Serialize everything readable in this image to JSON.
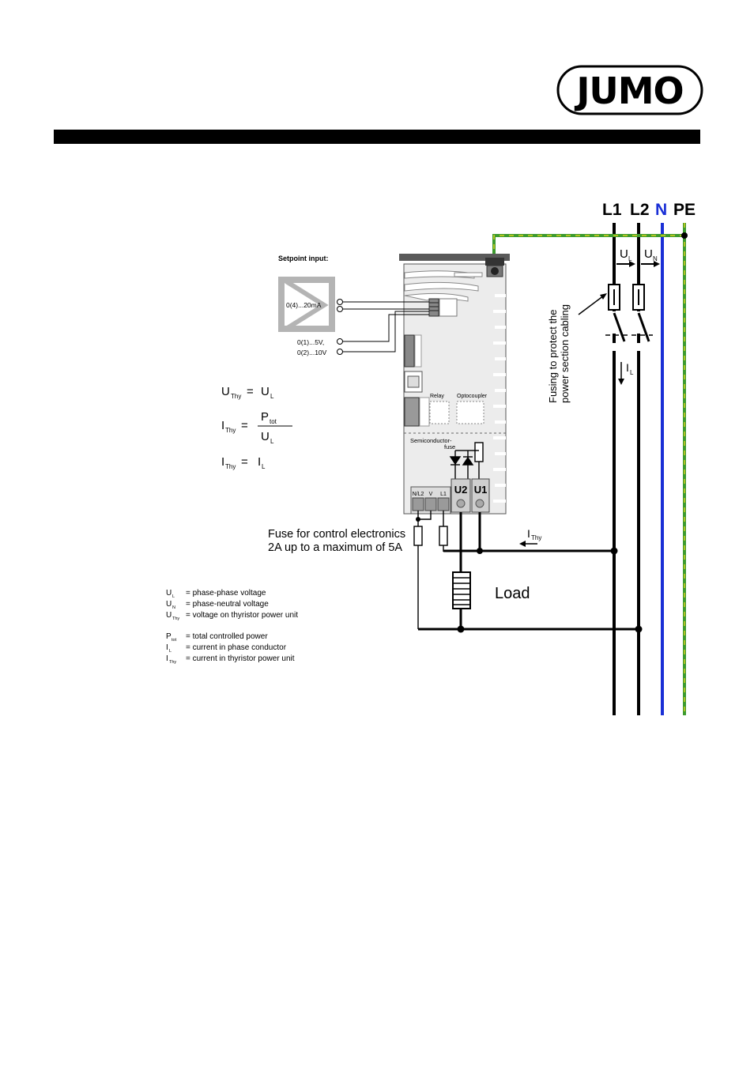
{
  "logo": {
    "text": "JUMO"
  },
  "colors": {
    "n_line": "#1a2fd6",
    "pe_green": "#3d9b2f",
    "pe_yellow": "#d9cf1f",
    "device_body": "#ececec",
    "black": "#000000"
  },
  "mains": {
    "l1": "L1",
    "l2": "L2",
    "n": "N",
    "pe": "PE"
  },
  "setpoint": {
    "title": "Setpoint input:",
    "current": "0(4)...20mA",
    "voltage_5v": "0(1)...5V,",
    "voltage_10v": "0(2)...10V"
  },
  "device": {
    "relay": "Relay",
    "optocoupler": "Optocoupler",
    "semiconductor_fuse_1": "Semiconductor-",
    "semiconductor_fuse_2": "fuse",
    "terminal_nl2": "N/L2",
    "terminal_v": "V",
    "terminal_l1": "L1",
    "terminal_u2": "U2",
    "terminal_u1": "U1"
  },
  "formulas": {
    "u_main": "U",
    "u_sub": "Thy",
    "u_rhs_main": "U",
    "u_rhs_sub": "L",
    "i_main": "I",
    "i_sub": "Thy",
    "p_main": "P",
    "p_sub": "tot",
    "den_main": "U",
    "den_sub": "L",
    "i2_main": "I",
    "i2_sub": "Thy",
    "i2_rhs_main": "I",
    "i2_rhs_sub": "L",
    "eq": "="
  },
  "annotations": {
    "fusing_line1": "Fusing to protect the",
    "fusing_line2": "power section cabling",
    "ul_main": "U",
    "ul_sub": "L",
    "un_main": "U",
    "un_sub": "N",
    "il_main": "I",
    "il_sub": "L",
    "ithy_main": "I",
    "ithy_sub": "Thy",
    "control_fuse_line1": "Fuse for control electronics",
    "control_fuse_line2": "2A up to a maximum of 5A",
    "load": "Load"
  },
  "legend": [
    {
      "sym": "U",
      "sub": "L",
      "desc": "= phase-phase voltage"
    },
    {
      "sym": "U",
      "sub": "N",
      "desc": "= phase-neutral voltage"
    },
    {
      "sym": "U",
      "sub": "Thy",
      "desc": "= voltage on thyristor power unit"
    },
    {
      "sym": "P",
      "sub": "tot",
      "desc": "= total controlled power"
    },
    {
      "sym": "I",
      "sub": "L",
      "desc": "= current in phase conductor"
    },
    {
      "sym": "I",
      "sub": "Thy",
      "desc": "= current in thyristor power unit"
    }
  ]
}
